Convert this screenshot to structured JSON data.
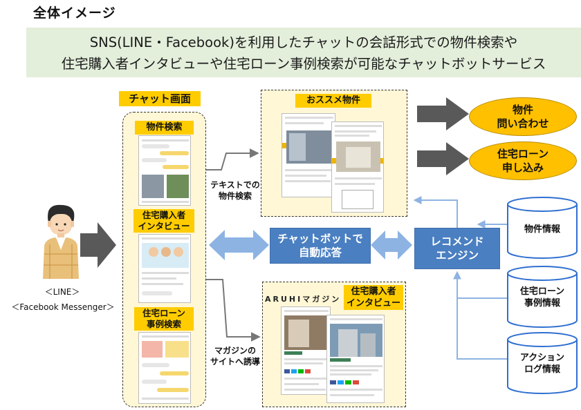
{
  "page_title": "全体イメージ",
  "banner": {
    "line1": "SNS(LINE・Facebook)を利用したチャットの会話形式での物件検索や",
    "line2": "住宅購入者インタビューや住宅ローン事例検索が可能なチャットボットサービス"
  },
  "chat_screen": {
    "title": "チャット画面",
    "property_search": "物件検索",
    "buyer_interview": "住宅購入者\nインタビュー",
    "loan_search": "住宅ローン\n事例検索"
  },
  "user": {
    "line_label": "＜LINE＞",
    "messenger_label": "＜Facebook Messenger＞"
  },
  "flow": {
    "text_search": "テキストでの\n物件検索",
    "to_magazine": "マガジンの\nサイトへ誘導"
  },
  "recommend_panel": {
    "title": "おススメ物件"
  },
  "magazine_panel": {
    "brand": "ARUHIマガジン",
    "title": "住宅購入者\nインタビュー"
  },
  "chatbot": "チャットボットで\n自動応答",
  "recommend_engine": "レコメンド\nエンジン",
  "outputs": {
    "inquiry": "物件\n問い合わせ",
    "loan_apply": "住宅ローン\n申し込み"
  },
  "databases": {
    "property_info": "物件情報",
    "loan_info": "住宅ローン\n事例情報",
    "action_log": "アクション\nログ情報"
  },
  "colors": {
    "banner_bg": "#e3eedb",
    "highlight_yellow": "#ffcc00",
    "oval_orange": "#ffc000",
    "blue_box": "#4a7fc1",
    "db_blue": "#2f6fd0",
    "arrow_gray": "#595959",
    "arrow_light_blue": "#8db3e2"
  }
}
